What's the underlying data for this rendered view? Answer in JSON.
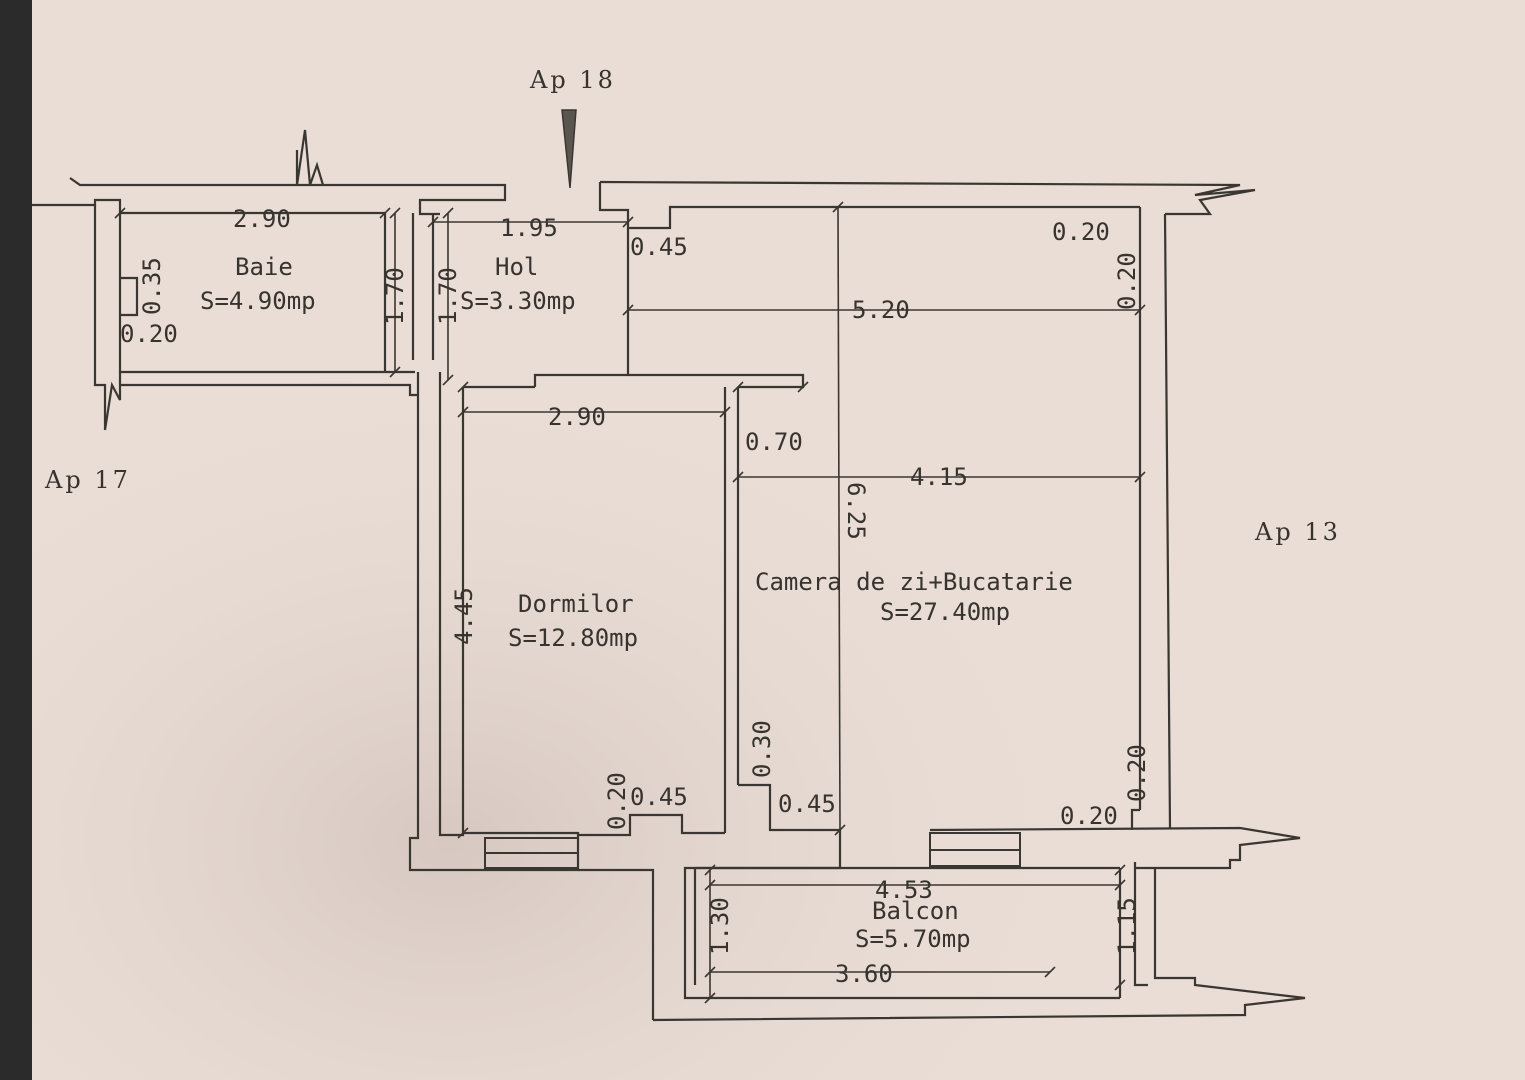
{
  "colors": {
    "paper": "#e9ddd5",
    "paper_shadow": "#dccfc6",
    "ink": "#3a3631",
    "frame": "#2b2b2b"
  },
  "apartments": {
    "north": "Ap 18",
    "west": "Ap 17",
    "east": "Ap 13"
  },
  "rooms": {
    "baie": {
      "name": "Baie",
      "area": "S=4.90mp"
    },
    "hol": {
      "name": "Hol",
      "area": "S=3.30mp"
    },
    "dormitor": {
      "name": "Dormilor",
      "area": "S=12.80mp"
    },
    "camera": {
      "name": "Camera de zi+Bucatarie",
      "area": "S=27.40mp"
    },
    "balcon": {
      "name": "Balcon",
      "area": "S=5.70mp"
    }
  },
  "dims": {
    "baie_w": "2.90",
    "baie_h": "1.70",
    "baie_niche_h": "0.35",
    "baie_niche_w": "0.20",
    "hol_w": "1.95",
    "hol_h": "1.70",
    "hol_step": "0.45",
    "top_w": "5.20",
    "top_r_a": "0.20",
    "top_r_b": "0.20",
    "dorm_w": "2.90",
    "dorm_h": "4.45",
    "dorm_step": "0.70",
    "liv_w": "4.15",
    "liv_h": "6.25",
    "dorm_b_a": "0.20",
    "dorm_b_b": "0.45",
    "liv_b_a": "0.30",
    "liv_b_b": "0.45",
    "liv_br_a": "0.20",
    "liv_br_b": "0.20",
    "bal_w": "4.53",
    "bal_h_l": "1.30",
    "bal_h_r": "1.15",
    "bal_inner": "3.60"
  }
}
